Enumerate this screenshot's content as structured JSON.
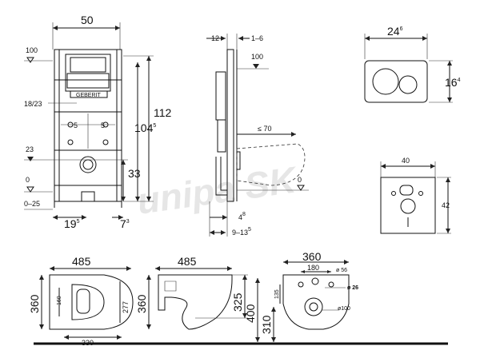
{
  "watermark": "unipa SK",
  "frame_front": {
    "width_top": "50",
    "level_100": "100",
    "level_0": "0",
    "level_23": "23",
    "range_0_25": "0–25",
    "label_18_23": "18/23",
    "spacing_left": "5",
    "spacing_right": "5",
    "height_112": "112",
    "height_1045_base": "104",
    "height_1045_sup": "5",
    "height_33": "33",
    "bottom_195_base": "19",
    "bottom_195_sup": "5",
    "bottom_73_base": "7",
    "bottom_73_sup": "3",
    "brand": "GEBERIT"
  },
  "frame_side": {
    "depth_12": "12",
    "depth_1_6": "1–6",
    "level_100": "100",
    "level_0": "0",
    "reach_70": "≤ 70",
    "bottom_48_base": "4",
    "bottom_48_sup": "8",
    "bottom_9_135_base": "9–13",
    "bottom_9_135_sup": "5"
  },
  "flush_plate": {
    "width_base": "24",
    "width_sup": "6",
    "height_base": "16",
    "height_sup": "4"
  },
  "wall_plate": {
    "width": "40",
    "height": "42"
  },
  "bowl_top": {
    "length": "485",
    "width": "360",
    "inner_width": "160",
    "depth_277": "277",
    "base_330": "330"
  },
  "bowl_side": {
    "length": "485",
    "height_360": "360",
    "height_325": "325",
    "mount_400": "400"
  },
  "bowl_back": {
    "width": "360",
    "hole_spacing": "180",
    "dia_56": "ø 56",
    "dia_26": "ø 26",
    "dia_100": "ø100",
    "height_135": "135",
    "height_310": "310"
  }
}
